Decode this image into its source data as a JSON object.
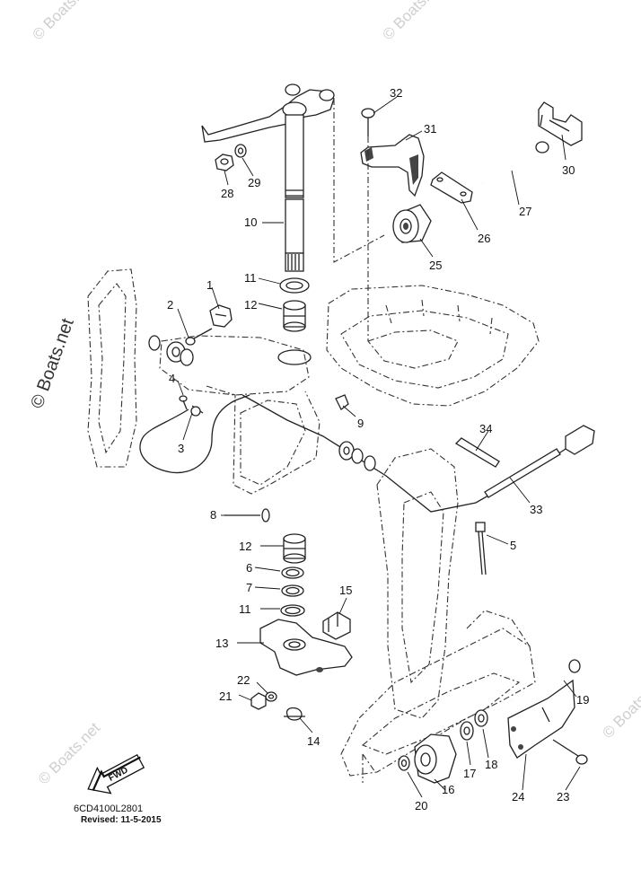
{
  "watermarks": {
    "top_left": "© Boats.net",
    "top_right": "© Boats.net",
    "left_side": "© Boats.net",
    "bottom_left": "© Boats.net",
    "bottom_right": "© Boats.net"
  },
  "callouts": {
    "c1": "1",
    "c2": "2",
    "c3": "3",
    "c4": "4",
    "c5": "5",
    "c6": "6",
    "c7": "7",
    "c8": "8",
    "c9": "9",
    "c10": "10",
    "c11a": "11",
    "c11b": "11",
    "c12a": "12",
    "c12b": "12",
    "c13": "13",
    "c14": "14",
    "c15": "15",
    "c16": "16",
    "c17": "17",
    "c18": "18",
    "c19": "19",
    "c20": "20",
    "c21": "21",
    "c22": "22",
    "c23": "23",
    "c24": "24",
    "c25": "25",
    "c26": "26",
    "c27": "27",
    "c28": "28",
    "c29": "29",
    "c30": "30",
    "c31": "31",
    "c32": "32",
    "c33": "33",
    "c34": "34"
  },
  "fwd_label": "FWD",
  "diagram_code": "6CD4100L2801",
  "revised": "Revised: 11-5-2015"
}
